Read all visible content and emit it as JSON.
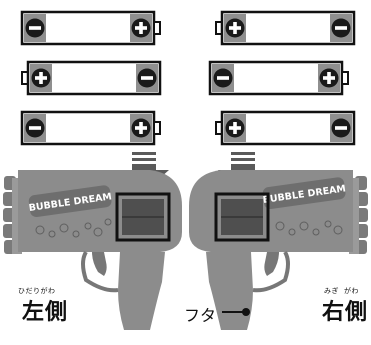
{
  "figure": {
    "left_label": "左側",
    "left_ruby": "ひだりがわ",
    "right_label": "右側",
    "right_ruby_left": "みぎ",
    "right_ruby_right": "がわ",
    "cover_label": "フタ",
    "brand_text_line1": "BUBBLE DREAM",
    "brand_text_line2": "BUBBLE",
    "battery_orientation": {
      "left": [
        "minus-left/plus-right",
        "plus-left/minus-right",
        "minus-left/plus-right"
      ],
      "right": [
        "plus-left/minus-right",
        "minus-left/plus-right",
        "plus-left/minus-right"
      ]
    },
    "colors": {
      "gun_body": "#8a8a8a",
      "gun_dark": "#5f5f5f",
      "battery_terminal": "#6f6f6f",
      "arrow": "#5a5a5a"
    }
  }
}
